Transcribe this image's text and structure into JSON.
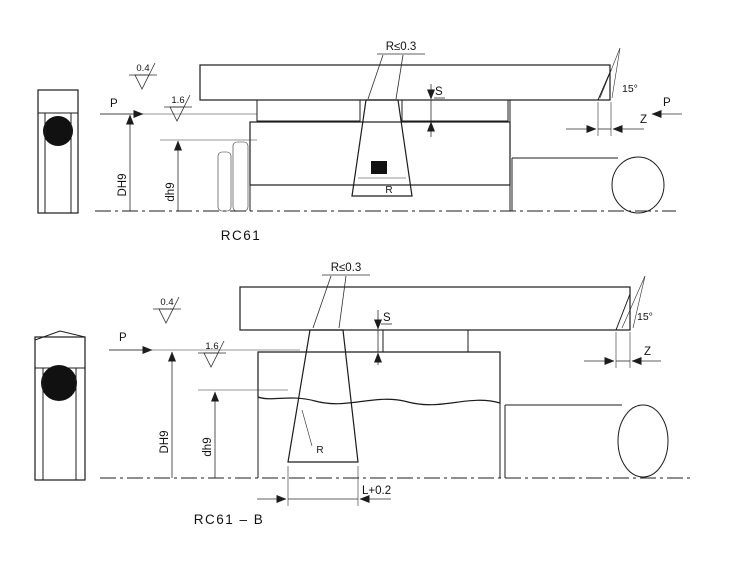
{
  "page": {
    "title": "Rotary seal installation drawings"
  },
  "diagrams": {
    "rc61": {
      "caption": "RC61",
      "labels": {
        "radius": "R≤0.3",
        "s": "S",
        "finish_bore": "0.4",
        "finish_shaft": "1.6",
        "p_left": "P",
        "p_right": "P",
        "angle": "15°",
        "z": "Z",
        "bore_dia": "DH9",
        "shaft_dia": "dh9",
        "groove_radius": "R"
      }
    },
    "rc61b": {
      "caption": "RC61 – B",
      "labels": {
        "radius": "R≤0.3",
        "s": "S",
        "finish_bore": "0.4",
        "finish_shaft": "1.6",
        "p_left": "P",
        "angle": "15°",
        "z": "Z",
        "bore_dia": "DH9",
        "shaft_dia": "dh9",
        "groove_radius": "R",
        "groove_length": "L+0.2"
      }
    }
  }
}
